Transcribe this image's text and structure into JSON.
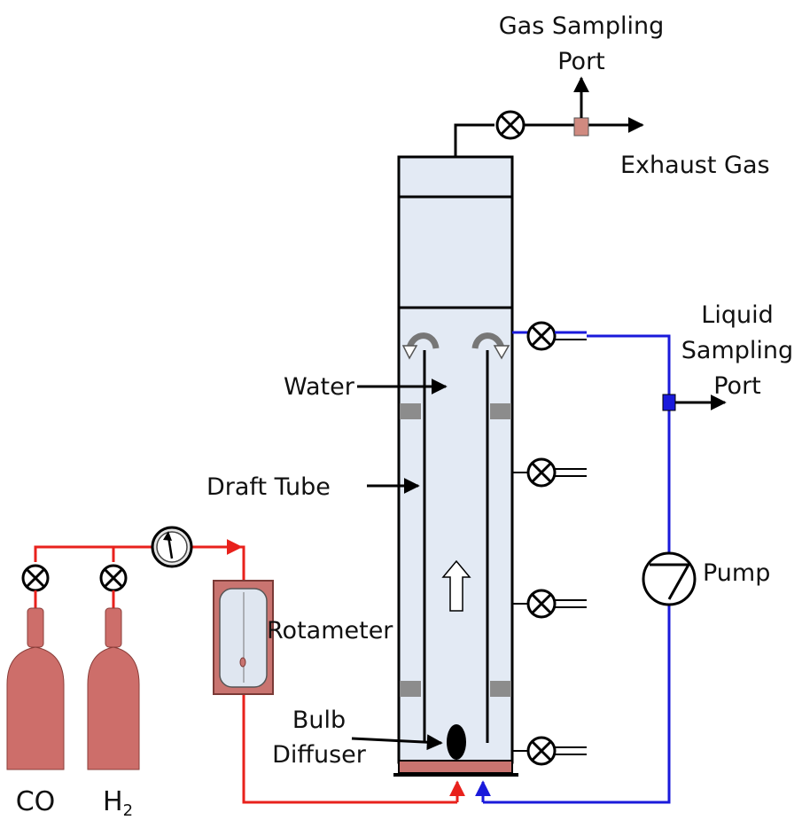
{
  "labels": {
    "gas_sampling_port_line1": "Gas Sampling",
    "gas_sampling_port_line2": "Port",
    "exhaust_gas": "Exhaust Gas",
    "liquid_sampling_port_line1": "Liquid",
    "liquid_sampling_port_line2": "Sampling",
    "liquid_sampling_port_line3": "Port",
    "water": "Water",
    "draft_tube": "Draft Tube",
    "pump": "Pump",
    "rotameter": "Rotameter",
    "bulb_diffuser_line1": "Bulb",
    "bulb_diffuser_line2": "Diffuser",
    "co_cylinder": "CO",
    "h2_cylinder_main": "H",
    "h2_cylinder_sub": "2"
  },
  "colors": {
    "gas_line": "#e8211c",
    "liquid_line": "#1a1adb",
    "cylinder": "#cd6e6a",
    "reactor_fill": "#e3eaf4",
    "sampling_port": "#d08a80",
    "base_plate": "#c97470",
    "spacer": "#8c8c8c",
    "valve_fill": "#ffffff",
    "outline": "#000000"
  },
  "icons": {
    "valve": "valve-icon",
    "pressure_gauge": "pressure-gauge-icon",
    "pump": "pump-icon",
    "gas_cylinder": "gas-cylinder-icon",
    "flow_arrow": "flow-arrow-icon"
  }
}
